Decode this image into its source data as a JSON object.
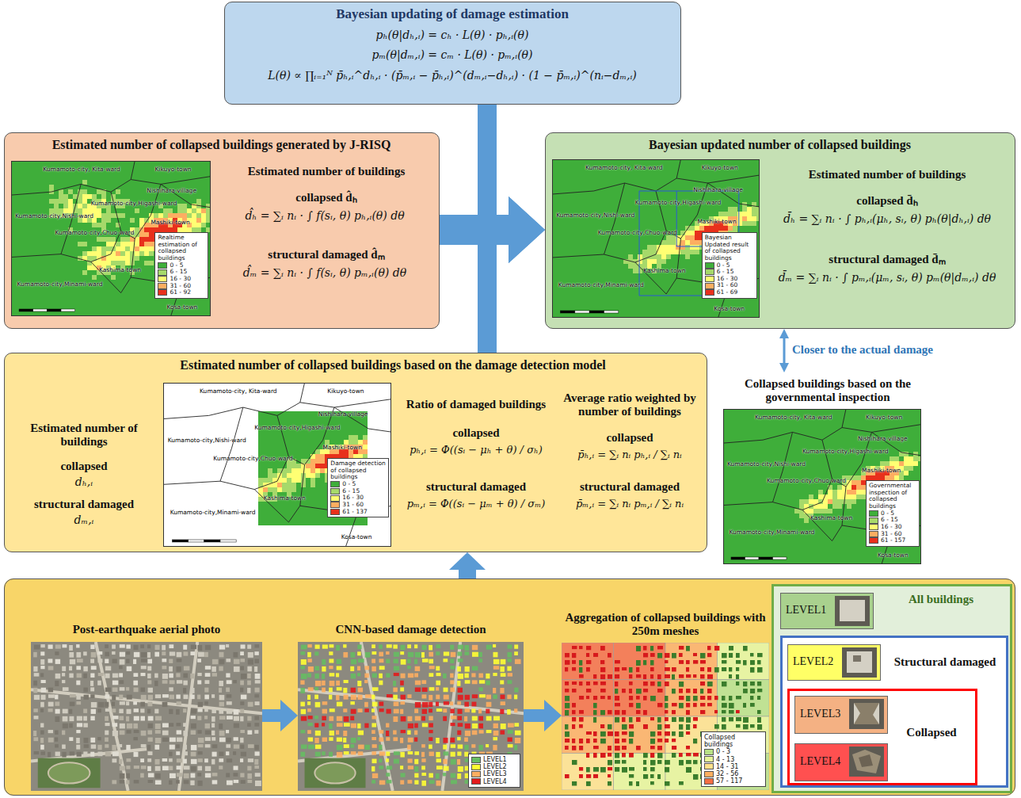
{
  "diagram": {
    "nodes": [
      {
        "text": [
          "Bayesian updating of damage estimation",
          "pₕ(θ|dₕ,ᵢ) = cₕ · L(θ) · pₕ,ᵢ(θ)",
          "pₘ(θ|dₘ,ᵢ) = cₘ · L(θ) · pₘ,ᵢ(θ)",
          "L(θ) ∝ ∏ᵢ₌₁ᴺ p̄ₕ,ᵢ^dₕ,ᵢ · (p̄ₘ,ᵢ − p̄ₕ,ᵢ)^(dₘ,ᵢ−dₕ,ᵢ) · (1 − p̄ₘ,ᵢ)^(nᵢ−dₘ,ᵢ)"
        ]
      },
      {
        "text": [
          "Estimated number of collapsed buildings generated by J-RISQ",
          "Estimated number of buildings",
          "collapsed d̂ₕ",
          "d̂ₕ = ∑ᵢ nᵢ · ∫ f(sᵢ, θ) pₕ,ᵢ(θ) dθ",
          "structural damaged d̂ₘ",
          "d̂ₘ = ∑ᵢ nᵢ · ∫ f(sᵢ, θ) pₘ,ᵢ(θ) dθ"
        ]
      },
      {
        "text": [
          "Bayesian updated number of collapsed buildings",
          "Estimated number of buildings",
          "collapsed d̄ₕ",
          "d̄ₕ = ∑ᵢ nᵢ · ∫ pₕ,ᵢ(μₕ, sᵢ, θ) pₕ(θ|dₕ,ᵢ) dθ",
          "structural damaged d̄ₘ",
          "d̄ₘ = ∑ᵢ nᵢ · ∫ pₘ,ᵢ(μₘ, sᵢ, θ) pₘ(θ|dₘ,ᵢ) dθ"
        ]
      },
      {
        "text": [
          "Estimated number of collapsed buildings based on the damage detection model",
          "Estimated number of buildings",
          "collapsed",
          "dₕ,ᵢ",
          "structural damaged",
          "dₘ,ᵢ",
          "Ratio of damaged buildings",
          "collapsed",
          "pₕ,ᵢ = Φ((sᵢ − μₕ + θ) / σₕ)",
          "structural damaged",
          "pₘ,ᵢ = Φ((sᵢ − μₘ + θ) / σₘ)",
          "Average ratio weighted by number of buildings",
          "collapsed",
          "p̄ₕ,ᵢ = ∑ᵢ nᵢ pₕ,ᵢ / ∑ᵢ nᵢ",
          "structural damaged",
          "p̄ₘ,ᵢ = ∑ᵢ nᵢ pₘ,ᵢ / ∑ᵢ nᵢ"
        ]
      },
      {
        "text": [
          "Collapsed buildings based on the governmental inspection"
        ]
      },
      {
        "text": []
      },
      {
        "text": [
          "Post-earthquake aerial photo"
        ],
        "in": 5
      },
      {
        "text": [
          "CNN-based damage detection"
        ],
        "in": 5
      },
      {
        "text": [
          "Aggregation of collapsed buildings with 250m meshes"
        ],
        "in": 5
      },
      {
        "text": [
          "All buildings"
        ],
        "in": 5
      },
      {
        "text": [
          "LEVEL1"
        ],
        "in": 9
      },
      {
        "text": [
          "Structural damaged"
        ],
        "in": 9
      },
      {
        "text": [
          "LEVEL2"
        ],
        "in": 11
      },
      {
        "text": [
          "Collapsed"
        ],
        "in": 11
      },
      {
        "text": [
          "LEVEL3"
        ],
        "in": 13
      },
      {
        "text": [
          "LEVEL4"
        ],
        "in": 13
      }
    ],
    "edges": [
      {
        "from": 0,
        "to": 2,
        "arrow": "to"
      },
      {
        "from": 1,
        "to": 2,
        "arrow": "to"
      },
      {
        "from": 3,
        "to": 2,
        "arrow": "to"
      },
      {
        "from": 5,
        "to": 3,
        "arrow": "to"
      },
      {
        "from": 2,
        "to": 4,
        "label": "Closer to the actual damage",
        "arrow": "both"
      },
      {
        "from": 6,
        "to": 7,
        "arrow": "to"
      },
      {
        "from": 7,
        "to": 8,
        "arrow": "to"
      }
    ],
    "labels": [
      "Kumamoto-city, Kita-ward",
      "Kikuyo-town",
      "Nishihara-village",
      "Kumamoto-city,Nishi-ward",
      "Kumamoto-city,Higashi-ward",
      "Kumamoto-city,Chuo-ward",
      "Mashiki-town",
      "Kashima-town",
      "Kumamoto-city,Minami-ward",
      "Kosa-town",
      "Realtime estimation of collapsed buildings",
      "Kumamoto-city, Kita-ward",
      "Kikuyo-town",
      "Nishihara-village",
      "Kumamoto-city,Nishi-ward",
      "Kumamoto-city,Higashi-ward",
      "Kumamoto-city,Chuo-ward",
      "Mashiki-town",
      "Kashima-town",
      "Kumamoto-city,Minami-ward",
      "Kosa-town",
      "Bayesian Updated result of collapsed buildings",
      "Kumamoto-city, Kita-ward",
      "Kikuyo-town",
      "Nishihara-village",
      "Kumamoto-city,Nishi-ward",
      "Kumamoto-city,Higashi-ward",
      "Kumamoto-city,Chuo-ward",
      "Mashiki-town",
      "Kashima-town",
      "Kumamoto-city,Minami-ward",
      "Kosa-town",
      "Damage detection of collapsed buildings",
      "Kumamoto-city, Kita-ward",
      "Kikuyo-town",
      "Nishihara-village",
      "Kumamoto-city,Nishi-ward",
      "Kumamoto-city,Higashi-ward",
      "Kumamoto-city,Chuo-ward",
      "Mashiki-town",
      "Kashima-town",
      "Kumamoto-city,Minami-ward",
      "Kosa-town",
      "Governmental inspection of collapsed buildings",
      "Collapsed buildings"
    ],
    "legend": [
      {
        "text": "0 - 5",
        "color": "#3fae3a"
      },
      {
        "text": "6 - 15",
        "color": "#a6d96a"
      },
      {
        "text": "16 - 30",
        "color": "#ffff73"
      },
      {
        "text": "31 - 60",
        "color": "#fdae61"
      },
      {
        "text": "61 - 92",
        "color": "#e8301c"
      },
      {
        "text": "0 - 5",
        "color": "#3fae3a"
      },
      {
        "text": "6 - 15",
        "color": "#a6d96a"
      },
      {
        "text": "16 - 30",
        "color": "#ffff73"
      },
      {
        "text": "31 - 60",
        "color": "#fdae61"
      },
      {
        "text": "61 - 69",
        "color": "#e8301c"
      },
      {
        "text": "0 - 5",
        "color": "#3fae3a"
      },
      {
        "text": "6 - 15",
        "color": "#a6d96a"
      },
      {
        "text": "16 - 30",
        "color": "#ffff73"
      },
      {
        "text": "31 - 60",
        "color": "#fdae61"
      },
      {
        "text": "61 - 137",
        "color": "#e8301c"
      },
      {
        "text": "0 - 5",
        "color": "#3fae3a"
      },
      {
        "text": "6 - 15",
        "color": "#a6d96a"
      },
      {
        "text": "16 - 30",
        "color": "#ffff73"
      },
      {
        "text": "31 - 60",
        "color": "#fdae61"
      },
      {
        "text": "61 - 157",
        "color": "#e8301c"
      },
      {
        "text": "LEVEL1",
        "color": "#66bd63"
      },
      {
        "text": "LEVEL2",
        "color": "#ffff33"
      },
      {
        "text": "LEVEL3",
        "color": "#fdae61"
      },
      {
        "text": "LEVEL4",
        "color": "#e31a1c"
      },
      {
        "text": "0 - 3",
        "color": "#b8e186"
      },
      {
        "text": "4 - 13",
        "color": "#e6f598"
      },
      {
        "text": "14 - 31",
        "color": "#fee08b"
      },
      {
        "text": "32 - 56",
        "color": "#fdae61"
      },
      {
        "text": "57 - 117",
        "color": "#f46d43"
      }
    ]
  }
}
